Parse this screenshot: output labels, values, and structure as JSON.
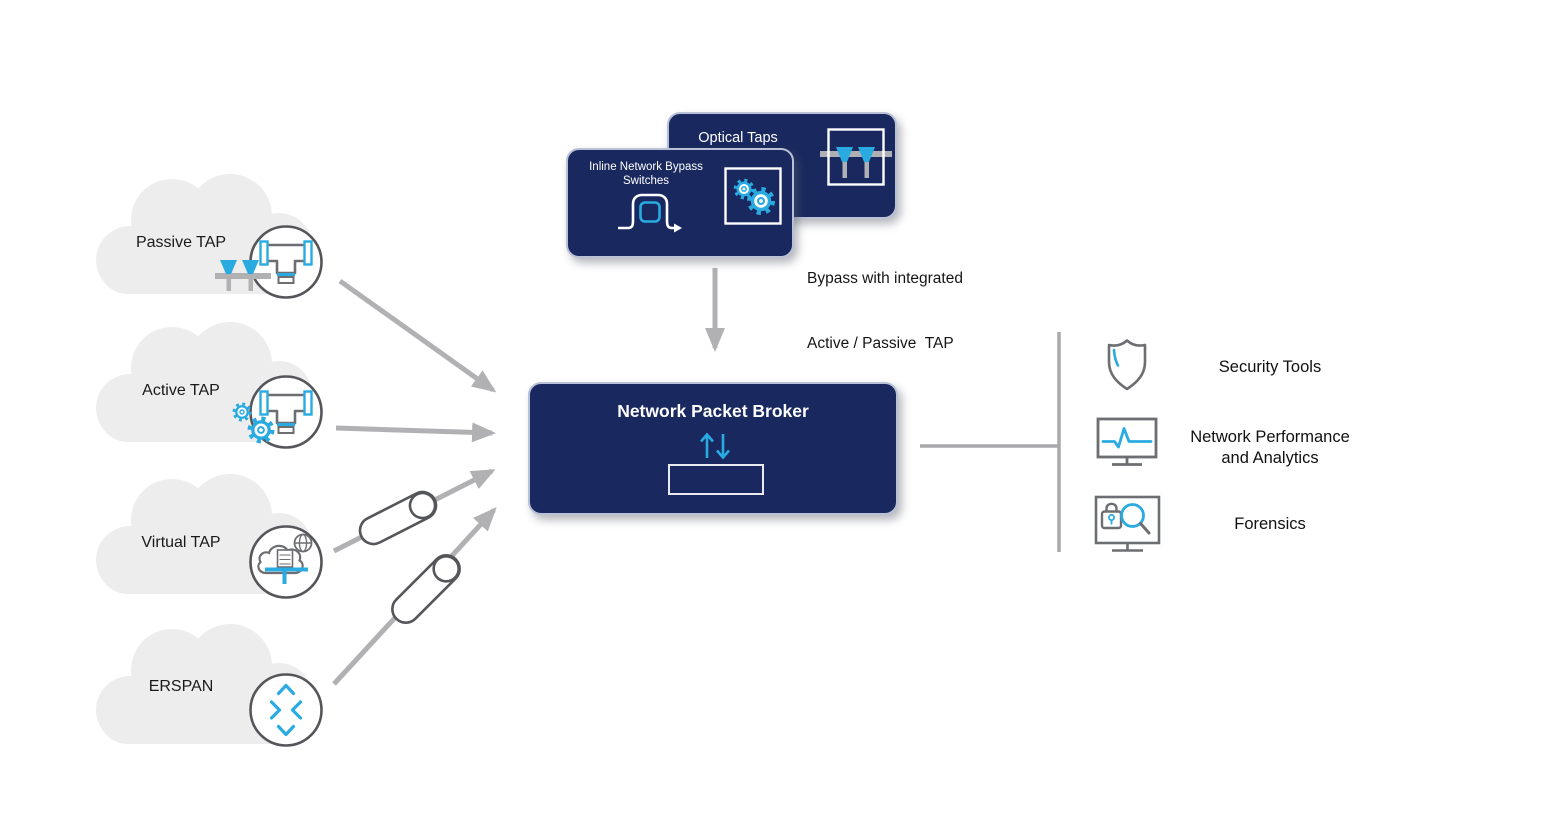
{
  "title": "Network visibility fabric diagram",
  "colors": {
    "navy": "#19295f",
    "cyan": "#29abe2",
    "arrow_gray": "#b1b1b4",
    "icon_gray": "#6d6e71",
    "cloud_gray": "#ededed"
  },
  "top": {
    "optical_box_label": "Optical Taps",
    "inline_box_label_line1": "Inline Network Bypass",
    "inline_box_label_line2": "Switches",
    "bypass_caption_line1": "Bypass with integrated",
    "bypass_caption_line2": "Active / Passive  TAP"
  },
  "broker": {
    "title": "Network Packet Broker"
  },
  "sources": [
    {
      "label": "Passive TAP",
      "icon": "tap-t-connector-icon with funnel taps"
    },
    {
      "label": "Active TAP",
      "icon": "tap-t-connector-icon with gears"
    },
    {
      "label": "Virtual TAP",
      "icon": "cloud-server-network-icon with globe"
    },
    {
      "label": "ERSPAN",
      "icon": "router-chevrons-icon"
    }
  ],
  "destinations": [
    {
      "label": "Security Tools",
      "icon": "shield-icon"
    },
    {
      "label_line1": "Network Performance",
      "label_line2": "and Analytics",
      "icon": "monitor-pulse-icon"
    },
    {
      "label": "Forensics",
      "icon": "monitor-lock-magnifier-icon"
    }
  ]
}
